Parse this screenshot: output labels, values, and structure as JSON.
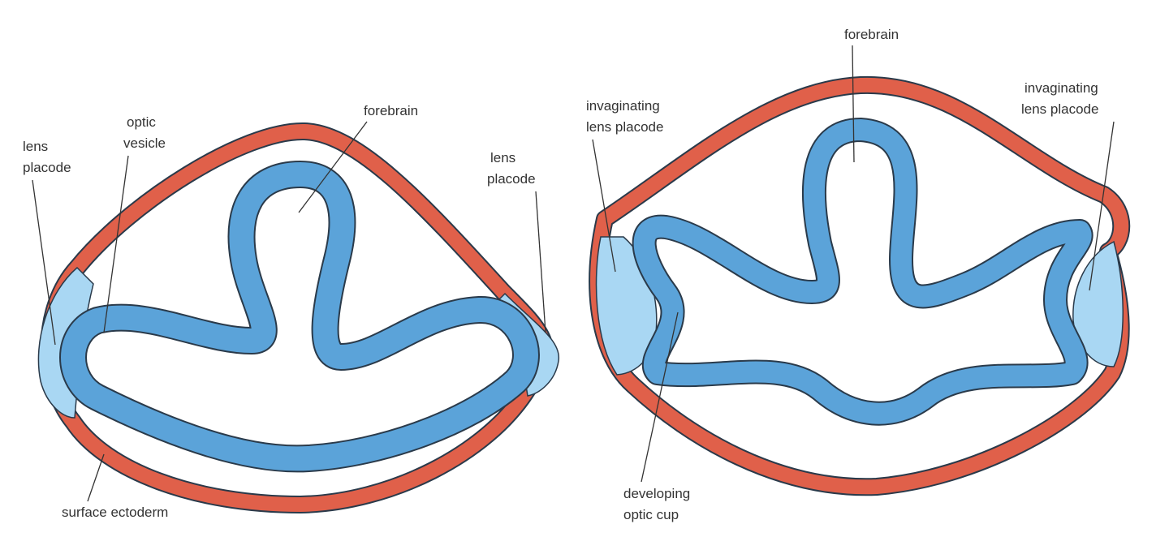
{
  "colors": {
    "ectoderm": "#e0604a",
    "neural_tissue": "#5ba3d9",
    "lens_placode": "#a9d7f3",
    "outline": "#2a3a4a"
  },
  "left_panel": {
    "labels": {
      "lens_placode_left": [
        "lens",
        "placode"
      ],
      "optic_vesicle": [
        "optic",
        "vesicle"
      ],
      "forebrain": "forebrain",
      "lens_placode_right": [
        "lens",
        "placode"
      ],
      "surface_ectoderm": "surface ectoderm"
    }
  },
  "right_panel": {
    "labels": {
      "invaginating_left": [
        "invaginating",
        "lens placode"
      ],
      "forebrain": "forebrain",
      "invaginating_right": [
        "invaginating",
        "lens placode"
      ],
      "developing_optic_cup": [
        "developing",
        "optic cup"
      ]
    }
  }
}
